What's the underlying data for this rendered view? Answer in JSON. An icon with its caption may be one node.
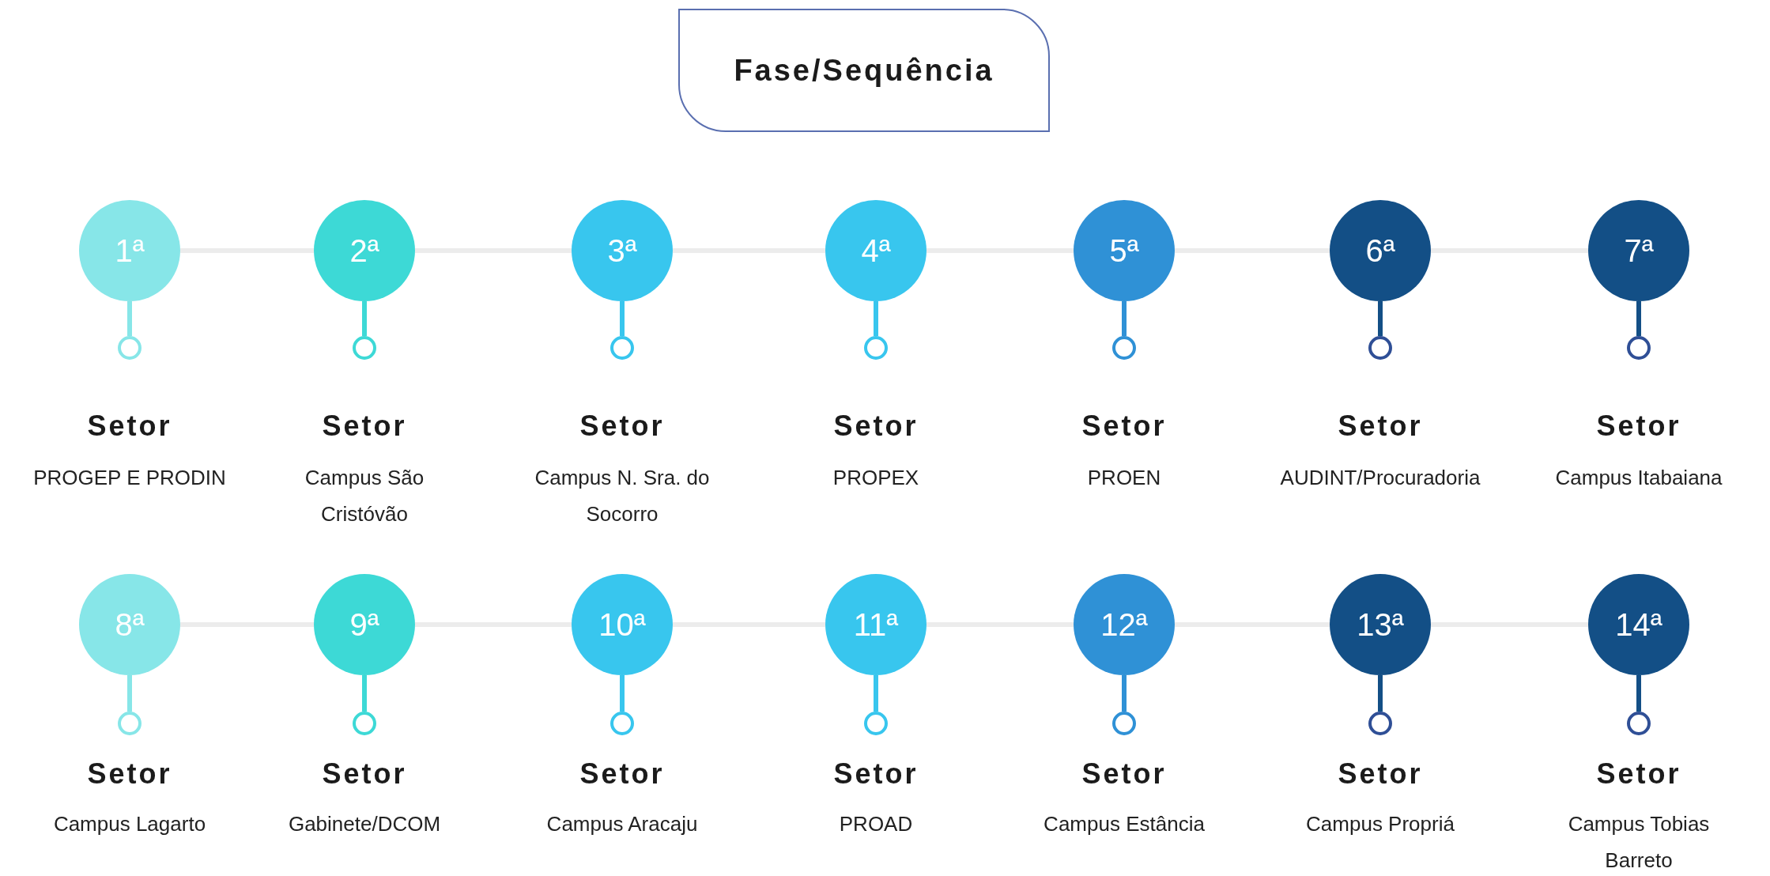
{
  "diagram": {
    "nodes": [
      {
        "text": [
          "Fase/Sequência"
        ]
      },
      {
        "text": [
          "1ª"
        ]
      },
      {
        "text": [],
        "shape": "circle",
        "beside": [
          "Setor",
          "PROGEP E PRODIN"
        ]
      },
      {
        "text": [
          "2ª"
        ]
      },
      {
        "text": [],
        "shape": "circle",
        "beside": [
          "Setor",
          "Campus São Cristóvão"
        ]
      },
      {
        "text": [
          "3ª"
        ]
      },
      {
        "text": [],
        "shape": "circle",
        "beside": [
          "Setor",
          "Campus N. Sra. do Socorro"
        ]
      },
      {
        "text": [
          "4ª"
        ]
      },
      {
        "text": [],
        "shape": "circle",
        "beside": [
          "Setor",
          "PROPEX"
        ]
      },
      {
        "text": [
          "5ª"
        ]
      },
      {
        "text": [],
        "shape": "circle",
        "beside": [
          "Setor",
          "PROEN"
        ]
      },
      {
        "text": [
          "6ª"
        ]
      },
      {
        "text": [],
        "shape": "circle",
        "beside": [
          "Setor",
          "AUDINT/Procuradoria"
        ]
      },
      {
        "text": [
          "7ª"
        ]
      },
      {
        "text": [],
        "shape": "circle",
        "beside": [
          "Setor",
          "Campus Itabaiana"
        ]
      },
      {
        "text": [
          "8ª"
        ]
      },
      {
        "text": [],
        "shape": "circle",
        "beside": [
          "Setor",
          "Campus Lagarto"
        ]
      },
      {
        "text": [
          "9ª"
        ]
      },
      {
        "text": [],
        "shape": "circle",
        "beside": [
          "Setor",
          "Gabinete/DCOM"
        ]
      },
      {
        "text": [
          "10ª"
        ]
      },
      {
        "text": [],
        "shape": "circle",
        "beside": [
          "Setor",
          "Campus Aracaju"
        ]
      },
      {
        "text": [
          "11ª"
        ]
      },
      {
        "text": [],
        "shape": "circle",
        "beside": [
          "Setor",
          "PROAD"
        ]
      },
      {
        "text": [
          "12ª"
        ]
      },
      {
        "text": [],
        "shape": "circle",
        "beside": [
          "Setor",
          "Campus Estância"
        ]
      },
      {
        "text": [
          "13ª"
        ]
      },
      {
        "text": [],
        "shape": "circle",
        "beside": [
          "Setor",
          "Campus Propriá"
        ]
      },
      {
        "text": [
          "14ª"
        ]
      },
      {
        "text": [],
        "shape": "circle",
        "beside": [
          "Setor",
          "Campus Tobias Barreto"
        ]
      }
    ],
    "edges": [
      {
        "from": 1,
        "to": 3,
        "arrow": "none"
      },
      {
        "from": 3,
        "to": 5,
        "arrow": "none"
      },
      {
        "from": 5,
        "to": 7,
        "arrow": "none"
      },
      {
        "from": 7,
        "to": 9,
        "arrow": "none"
      },
      {
        "from": 9,
        "to": 11,
        "arrow": "none"
      },
      {
        "from": 11,
        "to": 13,
        "arrow": "none"
      },
      {
        "from": 15,
        "to": 17,
        "arrow": "none"
      },
      {
        "from": 17,
        "to": 19,
        "arrow": "none"
      },
      {
        "from": 19,
        "to": 21,
        "arrow": "none"
      },
      {
        "from": 21,
        "to": 23,
        "arrow": "none"
      },
      {
        "from": 23,
        "to": 25,
        "arrow": "none"
      },
      {
        "from": 25,
        "to": 27,
        "arrow": "none"
      },
      {
        "from": 1,
        "to": 2,
        "arrow": "none",
        "color": "#87e6e8"
      },
      {
        "from": 3,
        "to": 4,
        "arrow": "none",
        "color": "#3dd9d6"
      },
      {
        "from": 5,
        "to": 6,
        "arrow": "none",
        "color": "#38c6ee"
      },
      {
        "from": 7,
        "to": 8,
        "arrow": "none",
        "color": "#38c6ee"
      },
      {
        "from": 9,
        "to": 10,
        "arrow": "none",
        "color": "#2f91d6"
      },
      {
        "from": 11,
        "to": 12,
        "arrow": "none",
        "color": "#134f86"
      },
      {
        "from": 13,
        "to": 14,
        "arrow": "none",
        "color": "#134f86"
      },
      {
        "from": 15,
        "to": 16,
        "arrow": "none",
        "color": "#87e6e8"
      },
      {
        "from": 17,
        "to": 18,
        "arrow": "none",
        "color": "#3dd9d6"
      },
      {
        "from": 19,
        "to": 20,
        "arrow": "none",
        "color": "#38c6ee"
      },
      {
        "from": 21,
        "to": 22,
        "arrow": "none",
        "color": "#38c6ee"
      },
      {
        "from": 23,
        "to": 24,
        "arrow": "none",
        "color": "#2f91d6"
      },
      {
        "from": 25,
        "to": 26,
        "arrow": "none",
        "color": "#134f86"
      },
      {
        "from": 27,
        "to": 28,
        "arrow": "none",
        "color": "#134f86"
      }
    ]
  }
}
